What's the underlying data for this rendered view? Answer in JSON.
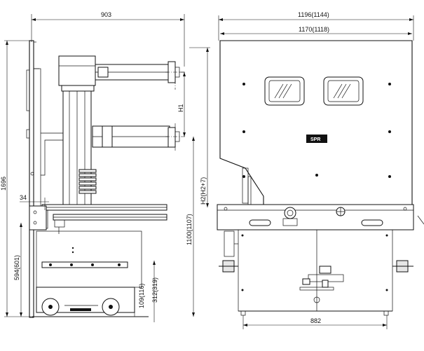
{
  "dimensions": {
    "side_width": "903",
    "total_height": "1696",
    "h1": "H1",
    "h2": "H2(H2+7)",
    "center_height": "1100(1107)",
    "lower_height": "594(601)",
    "small_offset": "34",
    "wheel_height": "109(116)",
    "bottom_height": "312(319)",
    "front_outer_width": "1196(1144)",
    "front_inner_width": "1170(1118)",
    "base_width": "882"
  },
  "labels": {
    "nameplate": "SPR"
  }
}
